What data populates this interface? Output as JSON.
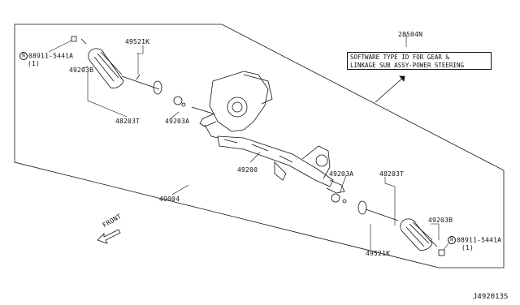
{
  "labels": {
    "part_28504N": "28504N",
    "software_line1": "SOFTWARE TYPE ID FOR GEAR &",
    "software_line2": "LINKAGE SUB ASSY-POWER STEERING",
    "part_49521K_top": "49521K",
    "part_49203B_top": "49203B",
    "part_48203T_top": "48203T",
    "part_49203A_top": "49203A",
    "bolt_top_circle": "N",
    "bolt_top_number": "08911-5441A",
    "bolt_top_qty": "(1)",
    "part_49200": "49200",
    "part_49004": "49004",
    "part_49203A_bottom": "49203A",
    "part_48203T_bottom": "48203T",
    "part_49203B_bottom": "49203B",
    "part_49521K_bottom": "49521K",
    "bolt_bottom_circle": "N",
    "bolt_bottom_number": "08911-5441A",
    "bolt_bottom_qty": "(1)",
    "front": "FRONT",
    "diagram_id": "J492013S"
  },
  "colors": {
    "line": "#111111",
    "background": "#ffffff"
  }
}
